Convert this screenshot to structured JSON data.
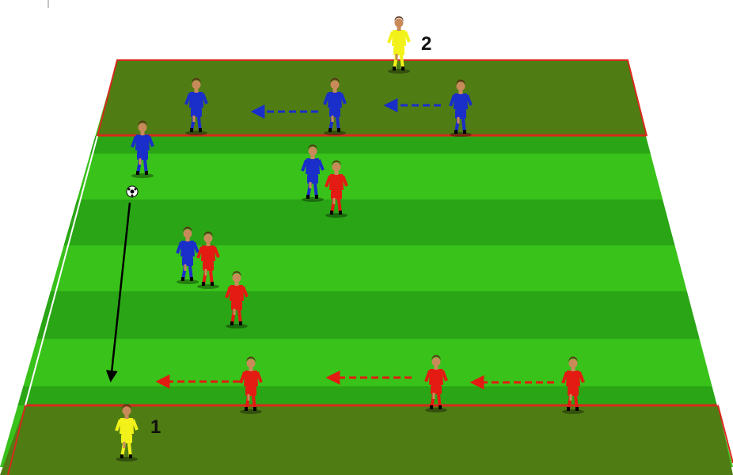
{
  "diagram": {
    "labels": {
      "goalkeeper_bottom": "1",
      "goalkeeper_top": "2"
    },
    "colors": {
      "field_light": "#39c21a",
      "field_dark": "#2aa516",
      "end_zone": "#4f7d14",
      "field_edge_line": "#ffffff",
      "zone_line": "#d62a1c",
      "team_blue": "#1a2ec9",
      "team_red": "#e31b12",
      "goalkeeper": "#f2f21a",
      "skin": "#c98a5a",
      "ball_path": "#000000"
    },
    "icons": {
      "player": "soccer-player-figure",
      "ball": "soccer-ball-icon",
      "movement_arrow": "dashed-arrow",
      "pass": "solid-arrow"
    }
  }
}
